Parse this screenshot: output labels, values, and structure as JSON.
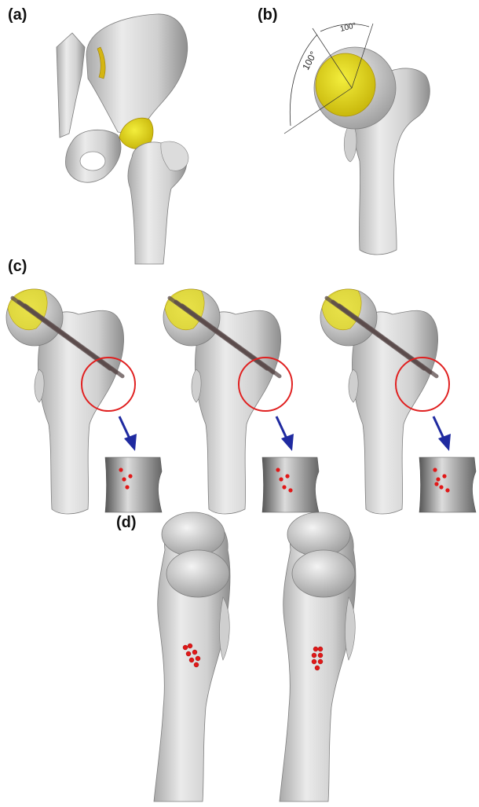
{
  "panels": {
    "a": {
      "label": "(a)"
    },
    "b": {
      "label": "(b)",
      "angle_1": "100°",
      "angle_2": "100°"
    },
    "c": {
      "label": "(c)",
      "insert_counts": [
        4,
        5,
        6
      ]
    },
    "d": {
      "label": "(d)"
    }
  },
  "colors": {
    "bone": "#d6d6d6",
    "bone_shadow": "#9a9a9a",
    "cartilage": "#e6dc10",
    "cartilage_dark": "#b3980e",
    "circle": "#e02020",
    "arrow": "#1f2aa0",
    "rod": "#5a4a4a",
    "dot": "#e11818"
  }
}
